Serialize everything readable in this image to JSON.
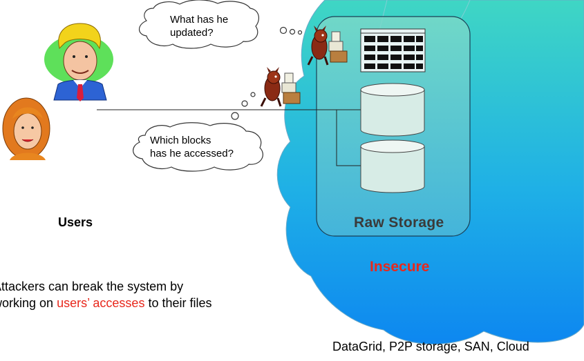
{
  "bubbles": {
    "top_line1": "What has he",
    "top_line2": "updated?",
    "bottom_line1": "Which blocks",
    "bottom_line2": "has he accessed?"
  },
  "labels": {
    "users": "Users",
    "raw_storage": "Raw Storage",
    "insecure": "Insecure",
    "backends": "DataGrid, P2P storage, SAN, Cloud"
  },
  "caption": {
    "line1": "Attackers can break the system by",
    "line2_prefix": "working on ",
    "line2_highlight": "users’ accesses",
    "line2_suffix": " to their files"
  },
  "icons": {
    "male_user": "man-avatar-icon",
    "female_user": "woman-avatar-icon",
    "attacker": "devil-hacker-icon",
    "storage_block": "disk-cylinder-icon",
    "data_grid": "data-table-icon"
  },
  "colors": {
    "cloud_top": "#34d0c6",
    "cloud_bottom": "#0e8cf0",
    "highlight": "#e8281c",
    "storage_box": "#6dcfc0"
  }
}
